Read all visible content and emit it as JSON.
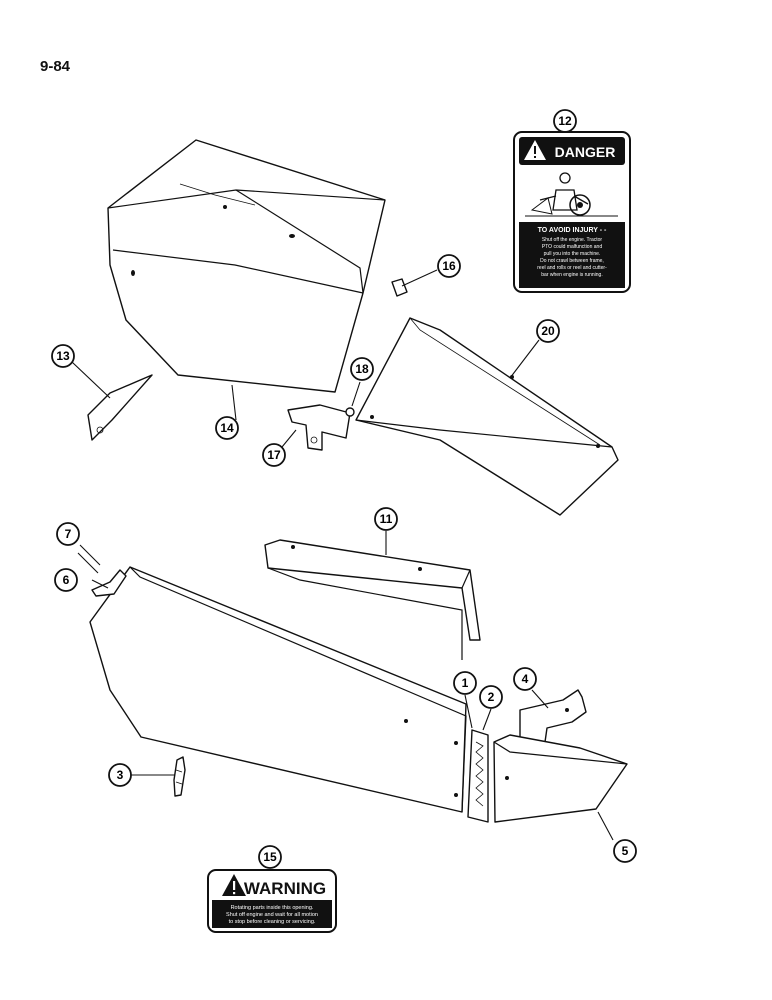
{
  "page": {
    "number": "9-84"
  },
  "callouts": [
    "1",
    "2",
    "3",
    "4",
    "5",
    "6",
    "7",
    "11",
    "12",
    "13",
    "14",
    "15",
    "16",
    "17",
    "18",
    "20"
  ],
  "danger_decal": {
    "title": "DANGER",
    "heading": "TO AVOID INJURY - -",
    "lines": [
      "Shut off the engine. Tractor",
      "PTO could malfunction and",
      "pull you into the machine.",
      "Do not crawl between frame,",
      "reel and rolls or reel and cutter-",
      "bar when engine is running."
    ]
  },
  "warning_decal": {
    "title": "WARNING",
    "lines": [
      "Rotating parts inside this opening.",
      "Shut off engine and wait for all motion",
      "to stop before cleaning or servicing."
    ]
  },
  "icons": [
    "alert-triangle-icon",
    "person-at-machine-icon"
  ]
}
